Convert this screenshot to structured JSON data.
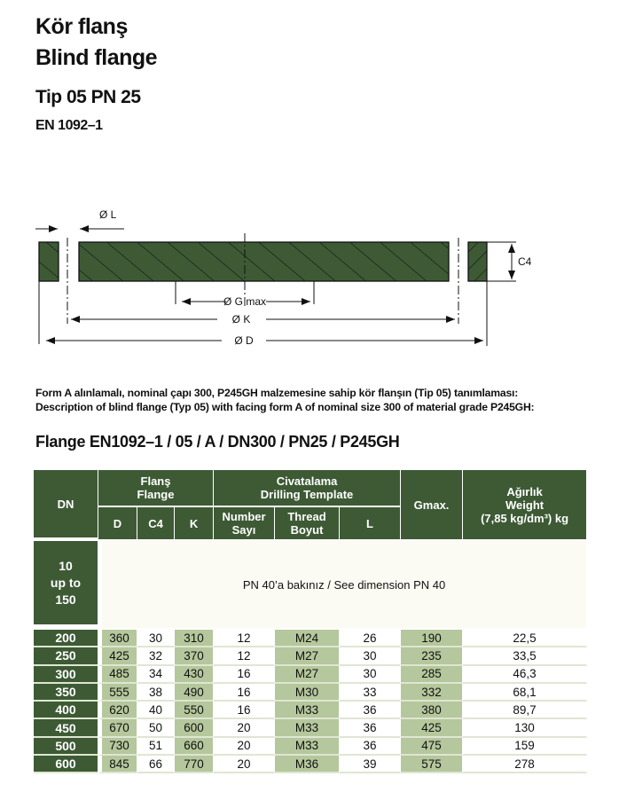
{
  "title_tr": "Kör flanş",
  "title_en": "Blind flange",
  "type": "Tip 05 PN 25",
  "standard": "EN 1092–1",
  "diagram": {
    "L": "Ø L",
    "C4": "C4",
    "G": "Ø G max",
    "K": "Ø K",
    "D": "Ø D"
  },
  "description_tr": "Form A alınlamalı, nominal çapı 300, P245GH malzemesine sahip kör flanşın (Tip 05) tanımlaması:",
  "description_en": "Description of blind flange (Typ 05) with facing form A of nominal size 300 of material grade P245GH:",
  "designation": "Flange EN1092–1 / 05 / A / DN300 / PN25 / P245GH",
  "table": {
    "h_dn": "DN",
    "h_flange1": "Flanş",
    "h_flange2": "Flange",
    "h_drill1": "Civatalama",
    "h_drill2": "Drilling Template",
    "h_gmax": "Gmax.",
    "h_w1": "Ağırlık",
    "h_w2": "Weight",
    "h_w3": "(7,85 kg/dm³) kg",
    "h_d": "D",
    "h_c4": "C4",
    "h_k": "K",
    "h_num1": "Number",
    "h_num2": "Sayı",
    "h_thr1": "Thread",
    "h_thr2": "Boyut",
    "h_l": "L",
    "range1": "10",
    "range2": "up to",
    "range3": "150",
    "range_note": "PN 40’a bakınız / See dimension PN 40",
    "rows": [
      [
        "200",
        "360",
        "30",
        "310",
        "12",
        "M24",
        "26",
        "190",
        "22,5"
      ],
      [
        "250",
        "425",
        "32",
        "370",
        "12",
        "M27",
        "30",
        "235",
        "33,5"
      ],
      [
        "300",
        "485",
        "34",
        "430",
        "16",
        "M27",
        "30",
        "285",
        "46,3"
      ],
      [
        "350",
        "555",
        "38",
        "490",
        "16",
        "M30",
        "33",
        "332",
        "68,1"
      ],
      [
        "400",
        "620",
        "40",
        "550",
        "16",
        "M33",
        "36",
        "380",
        "89,7"
      ],
      [
        "450",
        "670",
        "50",
        "600",
        "20",
        "M33",
        "36",
        "425",
        "130"
      ],
      [
        "500",
        "730",
        "51",
        "660",
        "20",
        "M33",
        "36",
        "475",
        "159"
      ],
      [
        "600",
        "845",
        "66",
        "770",
        "20",
        "M36",
        "39",
        "575",
        "278"
      ]
    ]
  }
}
